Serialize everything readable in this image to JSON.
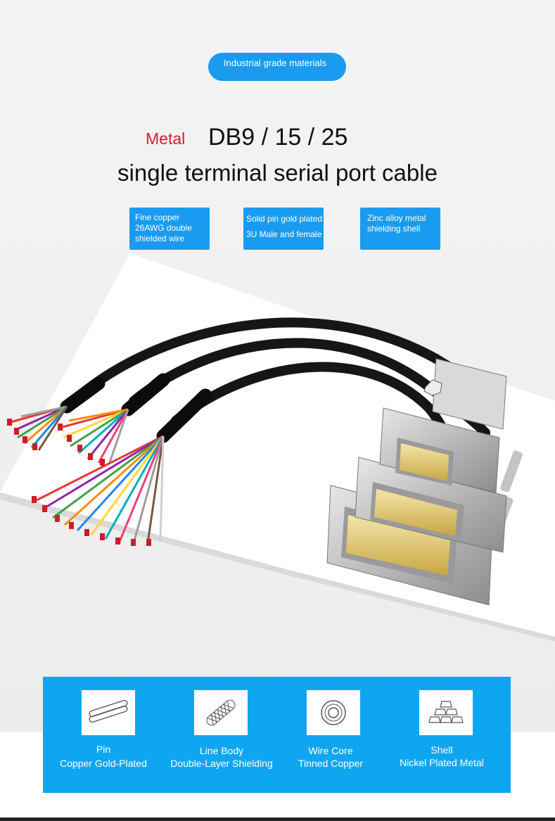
{
  "badge": {
    "label": "Industrial grade materials"
  },
  "title": {
    "metal": "Metal",
    "models": "DB9 / 15 / 25",
    "subtitle": "single terminal serial port cable"
  },
  "features": [
    {
      "lines": [
        "Fine copper",
        "26AWG double",
        "shielded wire"
      ]
    },
    {
      "lines": [
        "Solid pin gold plated",
        "3U Male and female"
      ]
    },
    {
      "lines": [
        "Zinc alloy metal",
        "shielding shell"
      ]
    }
  ],
  "specs": [
    {
      "icon": "pin-icon",
      "name": "Pin",
      "detail": "Copper Gold-Plated"
    },
    {
      "icon": "braided-cable-icon",
      "name": "Line Body",
      "detail": "Double-Layer Shielding"
    },
    {
      "icon": "wire-core-icon",
      "name": "Wire Core",
      "detail": "Tinned Copper"
    },
    {
      "icon": "metal-bars-icon",
      "name": "Shell",
      "detail": "Nickel Plated Metal"
    }
  ],
  "colors": {
    "accent_blue": "#1a9bf0",
    "panel_blue": "#0fa6f1",
    "metal_red": "#d42030"
  }
}
